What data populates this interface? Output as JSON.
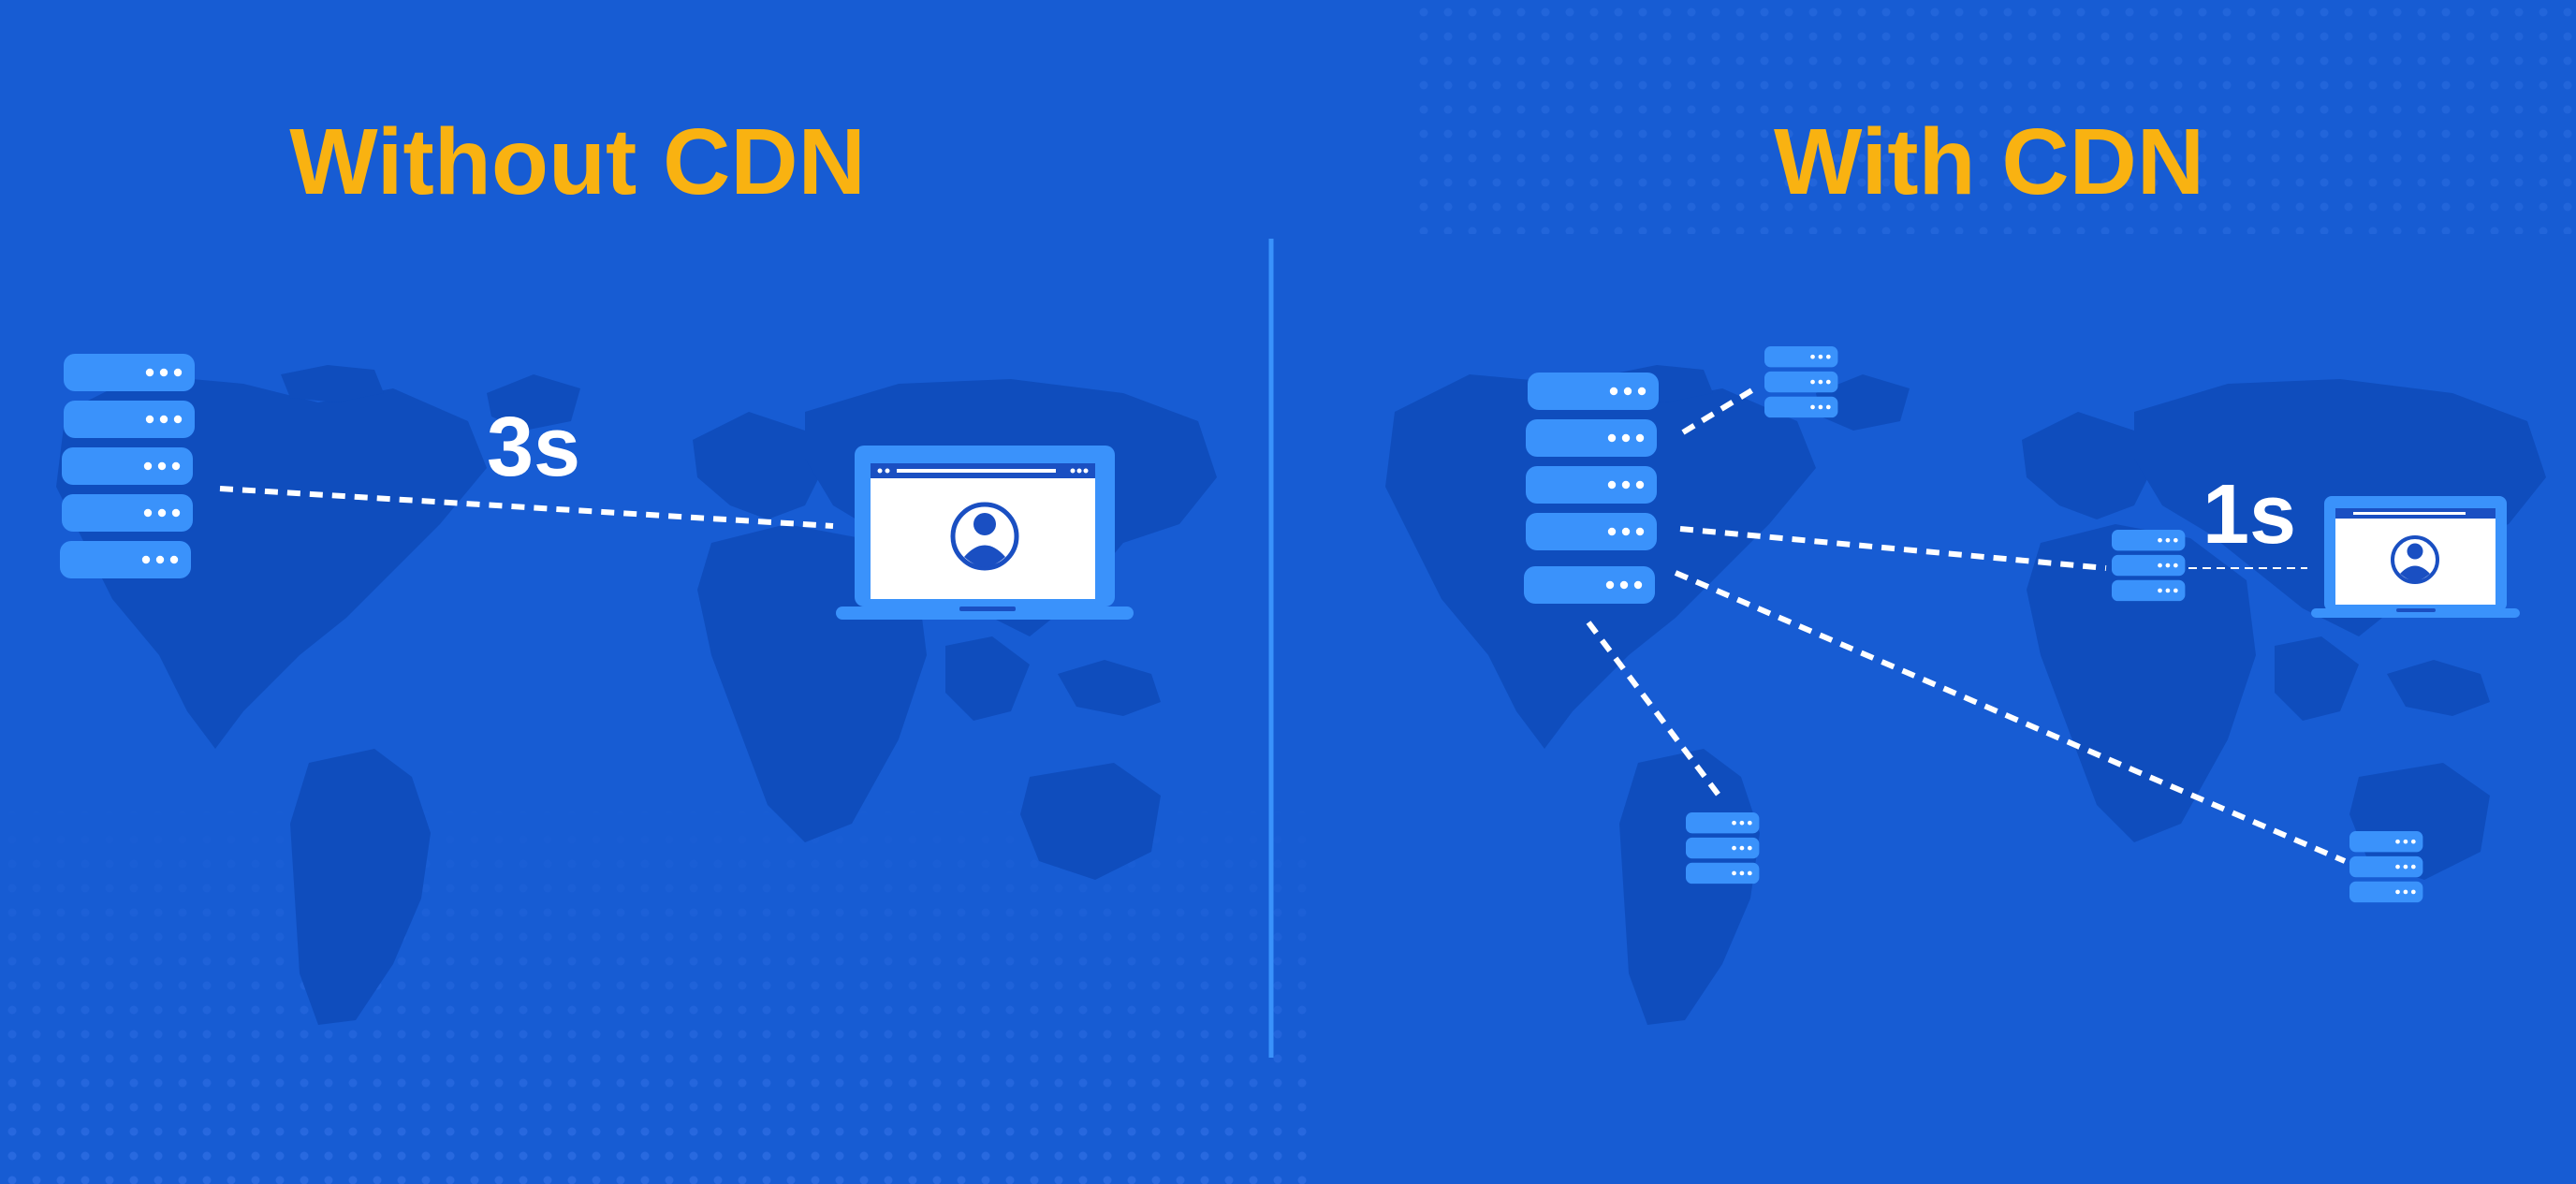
{
  "without_cdn": {
    "title": "Without CDN",
    "latency": "3s"
  },
  "with_cdn": {
    "title": "With CDN",
    "latency": "1s"
  },
  "colors": {
    "background": "#175cd3",
    "map": "#0f4dbd",
    "title": "#f9b211",
    "server": "#3a92fb",
    "divider": "#3a92fb",
    "link_line": "#ffffff"
  },
  "icons": {
    "origin_server": "server-stack-icon",
    "edge_server": "server-stack-icon",
    "client": "laptop-icon",
    "user": "user-avatar-icon"
  }
}
